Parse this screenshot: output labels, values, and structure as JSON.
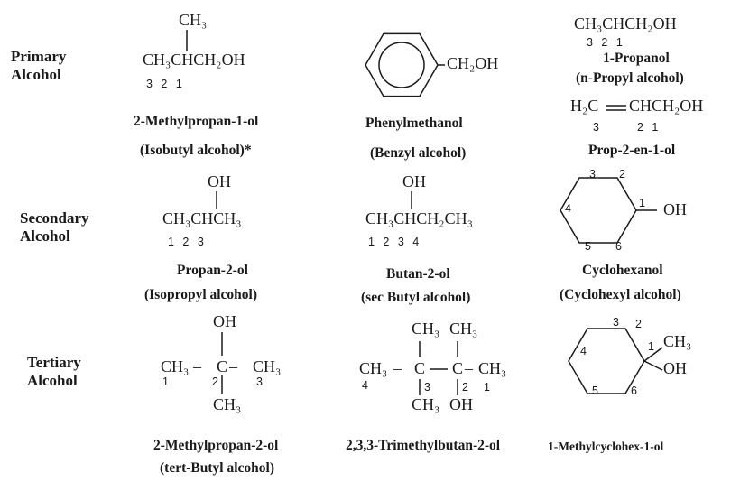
{
  "rows": [
    {
      "label_1": "Primary",
      "label_2": "Alcohol"
    },
    {
      "label_1": "Secondary",
      "label_2": "Alcohol"
    },
    {
      "label_1": "Tertiary",
      "label_2": "Alcohol"
    }
  ],
  "primary": {
    "isobutyl": {
      "top": "CH₃",
      "formula": "CH₃CHCH₂OH",
      "numbers": "3 2 1",
      "name": "2-Methylpropan-1-ol",
      "common": "(Isobutyl alcohol)*"
    },
    "benzyl": {
      "group": "CH₂OH",
      "name": "Phenylmethanol",
      "common": "(Benzyl alcohol)"
    },
    "propanol": {
      "formula": "CH₃CHCH₂OH",
      "numbers": "3 2 1",
      "name": "1-Propanol",
      "common": "(n-Propyl alcohol)"
    },
    "allyl": {
      "left": "H₂C",
      "right": "CHCH₂OH",
      "numbers_left": "3",
      "numbers_right": "2 1",
      "name": "Prop-2-en-1-ol"
    }
  },
  "secondary": {
    "isopropyl": {
      "top": "OH",
      "formula": "CH₃CHCH₃",
      "numbers": "1 2 3",
      "name": "Propan-2-ol",
      "common": "(Isopropyl alcohol)"
    },
    "butanol": {
      "top": "OH",
      "formula": "CH₃CHCH₂CH₃",
      "numbers": "1 2 3 4",
      "name": "Butan-2-ol",
      "common": "(sec Butyl alcohol)"
    },
    "cyclohexanol": {
      "group": "OH",
      "ring_numbers": [
        "1",
        "2",
        "3",
        "4",
        "5",
        "6"
      ],
      "name": "Cyclohexanol",
      "common": "(Cyclohexyl alcohol)"
    }
  },
  "tertiary": {
    "tbutyl": {
      "top": "OH",
      "left": "CH₃",
      "center": "C",
      "right": "CH₃",
      "bottom": "CH₃",
      "numbers": [
        "1",
        "2",
        "3"
      ],
      "name": "2-Methylpropan-2-ol",
      "common": "(tert-Butyl alcohol)"
    },
    "trimethylbutanol": {
      "top_1": "CH₃",
      "top_2": "CH₃",
      "left": "CH₃",
      "c3": "C",
      "c2": "C",
      "right": "CH₃",
      "bottom_1": "CH₃",
      "bottom_2": "OH",
      "numbers": [
        "4",
        "3",
        "2",
        "1"
      ],
      "name": "2,3,3-Trimethylbutan-2-ol"
    },
    "methylcyclohexanol": {
      "group_1": "CH₃",
      "group_2": "OH",
      "ring_numbers": [
        "1",
        "2",
        "3",
        "4",
        "5",
        "6"
      ],
      "name": "1-Methylcyclohex-1-ol"
    }
  }
}
